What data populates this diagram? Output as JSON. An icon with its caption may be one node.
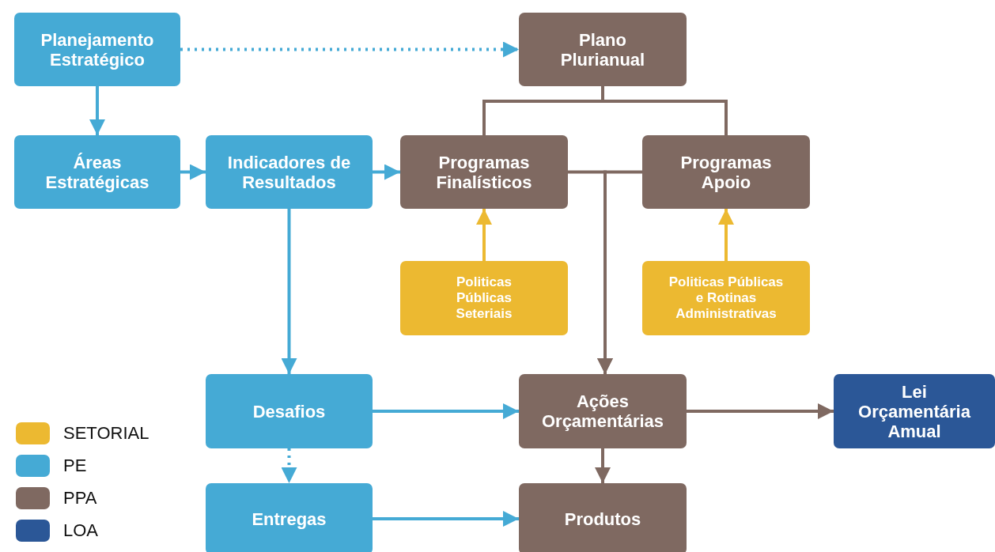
{
  "diagram": {
    "nodes": [
      {
        "text": [
          "Planejamento Estratégico"
        ]
      },
      {
        "text": [
          "Plano Plurianual"
        ]
      },
      {
        "text": [
          "Áreas Estratégicas"
        ]
      },
      {
        "text": [
          "Indicadores de Resultados"
        ]
      },
      {
        "text": [
          "Programas Finalísticos"
        ]
      },
      {
        "text": [
          "Programas Apoio"
        ]
      },
      {
        "text": [
          "Politicas Públicas Seteriais"
        ]
      },
      {
        "text": [
          "Politicas Públicas e Rotinas Administrativas"
        ]
      },
      {
        "text": [
          "Desafios"
        ]
      },
      {
        "text": [
          "Ações Orçamentárias"
        ]
      },
      {
        "text": [
          "Lei Orçamentária Amual"
        ]
      },
      {
        "text": [
          "Entregas"
        ]
      },
      {
        "text": [
          "Produtos"
        ]
      }
    ],
    "edges": [
      {
        "from": 0,
        "to": 1,
        "arrow": "to",
        "style": "dashed"
      },
      {
        "from": 0,
        "to": 2,
        "arrow": "to"
      },
      {
        "from": 2,
        "to": 3,
        "arrow": "to"
      },
      {
        "from": 3,
        "to": 4,
        "arrow": "to"
      },
      {
        "from": 1,
        "to": 4,
        "arrow": "none",
        "color": "#7f6961"
      },
      {
        "from": 1,
        "to": 5,
        "arrow": "none",
        "color": "#7f6961"
      },
      {
        "from": 4,
        "to": 9,
        "arrow": "to",
        "color": "#7f6961"
      },
      {
        "from": 5,
        "to": 9,
        "arrow": "to",
        "color": "#7f6961"
      },
      {
        "from": 6,
        "to": 4,
        "arrow": "to",
        "color": "#ecb931"
      },
      {
        "from": 7,
        "to": 5,
        "arrow": "to",
        "color": "#ecb931"
      },
      {
        "from": 3,
        "to": 8,
        "arrow": "to"
      },
      {
        "from": 8,
        "to": 9,
        "arrow": "to"
      },
      {
        "from": 8,
        "to": 11,
        "arrow": "to",
        "style": "dashed"
      },
      {
        "from": 9,
        "to": 10,
        "arrow": "to",
        "color": "#7f6961"
      },
      {
        "from": 9,
        "to": 12,
        "arrow": "to",
        "color": "#7f6961"
      },
      {
        "from": 11,
        "to": 12,
        "arrow": "to"
      }
    ],
    "legend": [
      {
        "text": "SETORIAL",
        "color": "#ecb931"
      },
      {
        "text": "PE",
        "color": "#45aad5"
      },
      {
        "text": "PPA",
        "color": "#7f6961"
      },
      {
        "text": "LOA",
        "color": "#2b5797"
      }
    ]
  }
}
